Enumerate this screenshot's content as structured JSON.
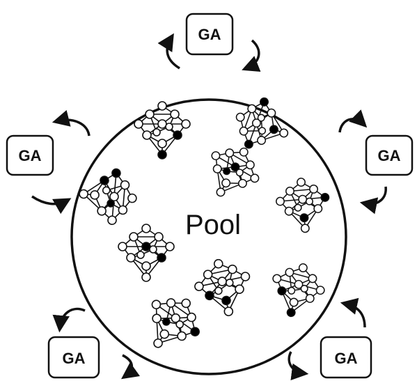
{
  "pool": {
    "label": "Pool"
  },
  "ga_boxes": [
    {
      "label": "GA"
    },
    {
      "label": "GA"
    },
    {
      "label": "GA"
    },
    {
      "label": "GA"
    },
    {
      "label": "GA"
    }
  ],
  "colors": {
    "stroke": "#111111",
    "filled_atom": "#000000",
    "empty_atom": "#ffffff"
  }
}
